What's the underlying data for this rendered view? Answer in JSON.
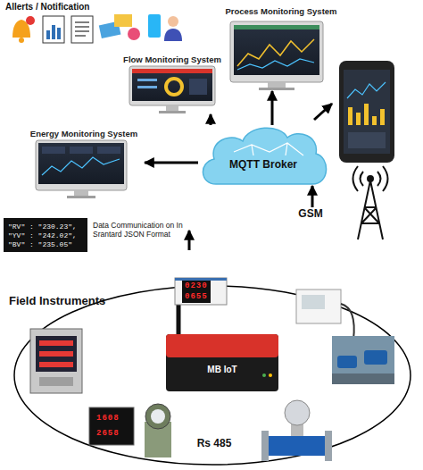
{
  "diagram": {
    "nodes": [
      {
        "text": [
          "Allerts / Notification"
        ]
      },
      {
        "text": [
          "Process Monitoring System"
        ]
      },
      {
        "text": [
          "Flow Monitoring System"
        ]
      },
      {
        "text": [
          "Energy Monitoring System"
        ]
      },
      {
        "text": [
          "MQTT Broker"
        ]
      },
      {
        "text": [
          "GSM"
        ]
      },
      {
        "text": [
          "\"RV\" : \"230.23\",",
          "\"YV\" : \"242.02\",",
          "\"BV\" : \"235.05\"",
          "Data Communication on In Srantard JSON Format"
        ]
      },
      {
        "text": [
          "Field Instruments",
          "Rs 485"
        ]
      },
      {
        "text": [
          "MB IoT"
        ],
        "in": 7
      }
    ],
    "edges": [
      {
        "from": 4,
        "to": 3,
        "arrow": "to"
      },
      {
        "from": 4,
        "to": 2,
        "arrow": "to"
      },
      {
        "from": 4,
        "to": 1,
        "arrow": "to"
      },
      {
        "from": 5,
        "to": 4,
        "arrow": "to"
      }
    ],
    "labels": [
      "0230",
      "0655",
      "1608",
      "2658"
    ]
  }
}
